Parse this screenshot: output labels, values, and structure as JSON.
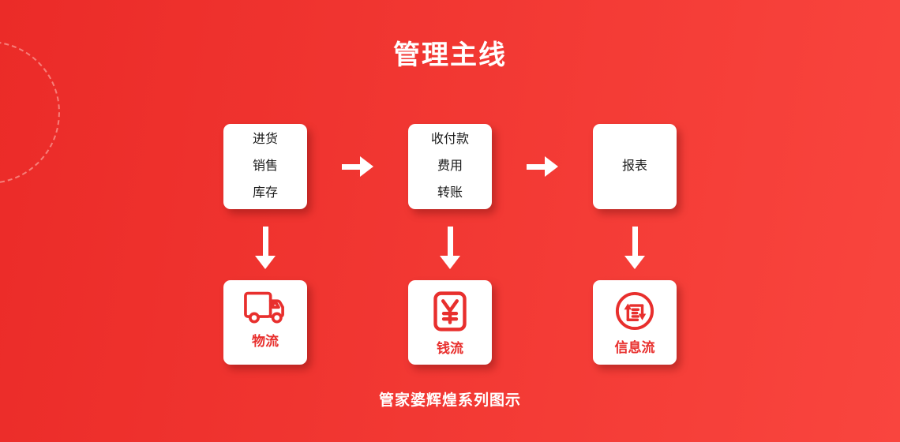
{
  "title": "管理主线",
  "caption": "管家婆辉煌系列图示",
  "colors": {
    "accent": "#e82f2d",
    "bg-left": "#eb2b28",
    "bg-right": "#f9453e",
    "box_text": "#1a1a1a",
    "arrow": "#ffffff"
  },
  "flow": {
    "top_boxes": [
      {
        "name": "purchase-sales-inventory",
        "lines": [
          "进货",
          "销售",
          "库存"
        ]
      },
      {
        "name": "payments-expenses-transfer",
        "lines": [
          "收付款",
          "费用",
          "转账"
        ]
      },
      {
        "name": "reports",
        "lines": [
          "报表"
        ]
      }
    ],
    "bottom_boxes": [
      {
        "icon": "truck-icon",
        "label": "物流"
      },
      {
        "icon": "yuan-icon",
        "label": "钱流"
      },
      {
        "icon": "info-cycle-icon",
        "label": "信息流"
      }
    ]
  }
}
